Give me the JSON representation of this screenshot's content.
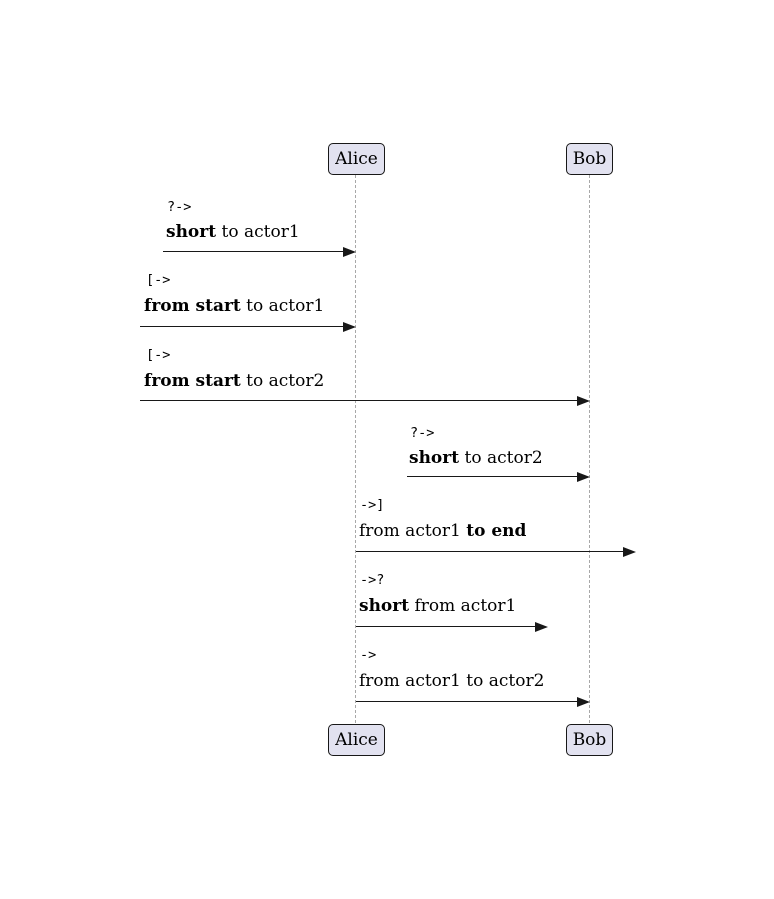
{
  "diagram": {
    "type": "sequence-diagram",
    "colors": {
      "background": "#ffffff",
      "actor_fill": "#e2e2f0",
      "actor_border": "#181818",
      "lifeline": "#a8a8a8",
      "arrow": "#181818",
      "text": "#000000"
    },
    "actors": [
      {
        "id": "actor1",
        "label": "Alice"
      },
      {
        "id": "actor2",
        "label": "Bob"
      }
    ],
    "messages": [
      {
        "prefix": "?->",
        "from": "short-incoming",
        "to": "actor1",
        "label": {
          "pre": "",
          "bold": "short",
          "post": " to actor1"
        }
      },
      {
        "prefix": "[->",
        "from": "start",
        "to": "actor1",
        "label": {
          "pre": "",
          "bold": "from start",
          "post": " to actor1"
        }
      },
      {
        "prefix": "[->",
        "from": "start",
        "to": "actor2",
        "label": {
          "pre": "",
          "bold": "from start",
          "post": " to actor2"
        }
      },
      {
        "prefix": "?->",
        "from": "short-incoming",
        "to": "actor2",
        "label": {
          "pre": "",
          "bold": "short",
          "post": " to actor2"
        }
      },
      {
        "prefix": "->]",
        "from": "actor1",
        "to": "end",
        "label": {
          "pre": "from actor1 ",
          "bold": "to end",
          "post": ""
        }
      },
      {
        "prefix": "->?",
        "from": "actor1",
        "to": "short-outgoing",
        "label": {
          "pre": "",
          "bold": "short",
          "post": " from actor1"
        }
      },
      {
        "prefix": "->",
        "from": "actor1",
        "to": "actor2",
        "label": {
          "pre": "from actor1 to actor2",
          "bold": "",
          "post": ""
        }
      }
    ]
  }
}
